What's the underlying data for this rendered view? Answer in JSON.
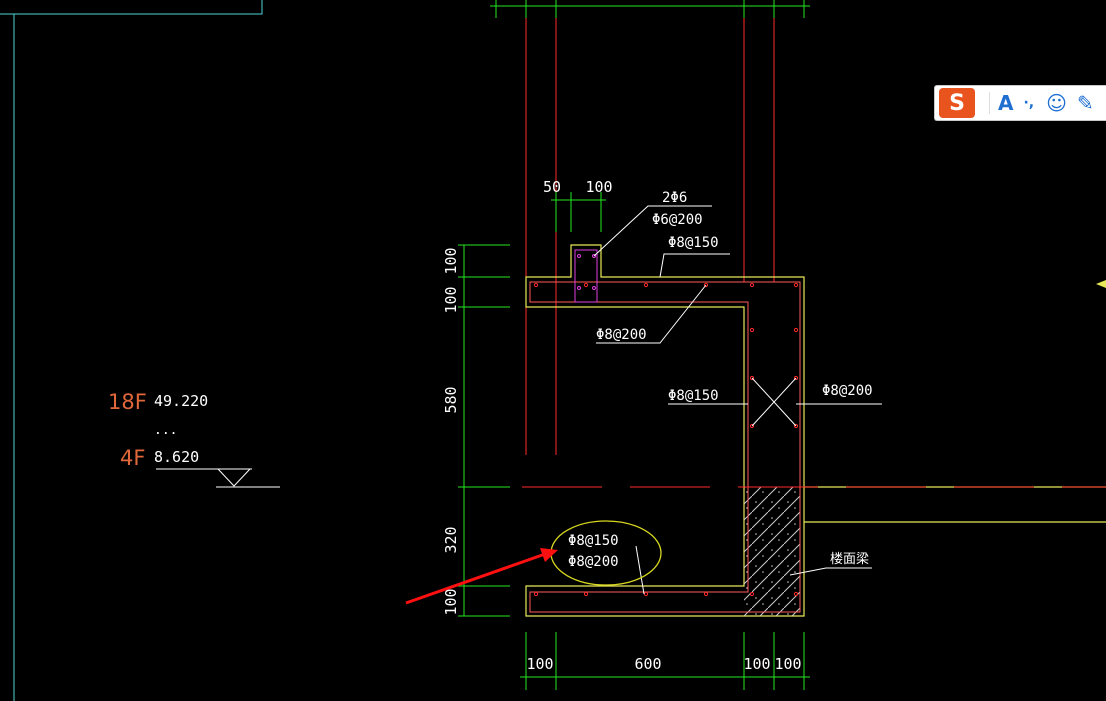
{
  "drawing": {
    "colors": {
      "concrete_outline": "#e8e858",
      "rebar": "#ff2a2a",
      "dimension": "#22e822",
      "label": "#ffffff",
      "floor_label": "#e0683a",
      "frame": "#4fd4d4",
      "stirrup": "#e040e0",
      "annotation_ellipse": "#d8d820",
      "annotation_arrow": "#ff1010"
    },
    "dims_top": {
      "d1": "50",
      "d2": "100"
    },
    "dims_left": {
      "d1": "100",
      "d2": "100",
      "d3": "580",
      "d4": "320",
      "d5": "100"
    },
    "dims_bottom": {
      "d1": "100",
      "d2": "600",
      "d3": "100",
      "d4": "100"
    },
    "rebar_labels": {
      "upstand_main": "2Φ6",
      "upstand_stirrup": "Φ6@200",
      "top_slab_top": "Φ8@150",
      "top_slab_bottom": "Φ8@200",
      "wall_inner": "Φ8@150",
      "wall_outer": "Φ8@200",
      "bottom_slab_top": "Φ8@150",
      "bottom_slab_bottom": "Φ8@200"
    },
    "floor_levels": {
      "top_floor": "18F",
      "top_elevation": "49.220",
      "ellipsis": "...",
      "bottom_floor": "4F",
      "bottom_elevation": "8.620"
    },
    "beam_label": "楼面梁"
  },
  "ime_toolbar": {
    "logo": "S",
    "buttons": {
      "lang": "A",
      "punct": "·,",
      "emoji": "☺",
      "pen": "✎"
    }
  }
}
